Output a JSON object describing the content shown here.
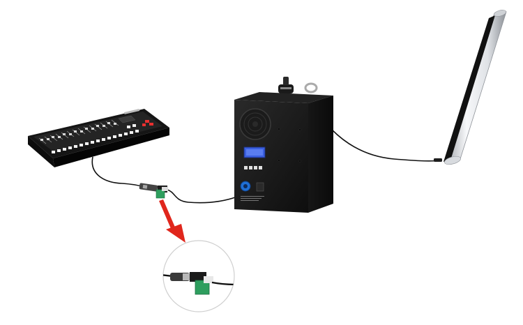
{
  "diagram": {
    "components": [
      {
        "id": "dmx-console",
        "icon": "dmx-controller-icon"
      },
      {
        "id": "signal-connector",
        "icon": "xlr-adapter-icon"
      },
      {
        "id": "power-driver-box",
        "icon": "power-supply-box-icon"
      },
      {
        "id": "light-tube",
        "icon": "led-tube-icon"
      },
      {
        "id": "connector-detail",
        "icon": "magnifier-inset-icon"
      }
    ],
    "connections": [
      {
        "from": "dmx-console",
        "to": "signal-connector"
      },
      {
        "from": "signal-connector",
        "to": "power-driver-box"
      },
      {
        "from": "power-driver-box",
        "to": "light-tube"
      }
    ],
    "colors": {
      "device_body": "#1a1a1a",
      "cable": "#111111",
      "display_blue": "#3a5fe0",
      "console_red": "#e83030",
      "connector_green": "#2e9e5e",
      "arrow_red": "#e0261c",
      "tube_silver": "#e4e6ea"
    }
  }
}
